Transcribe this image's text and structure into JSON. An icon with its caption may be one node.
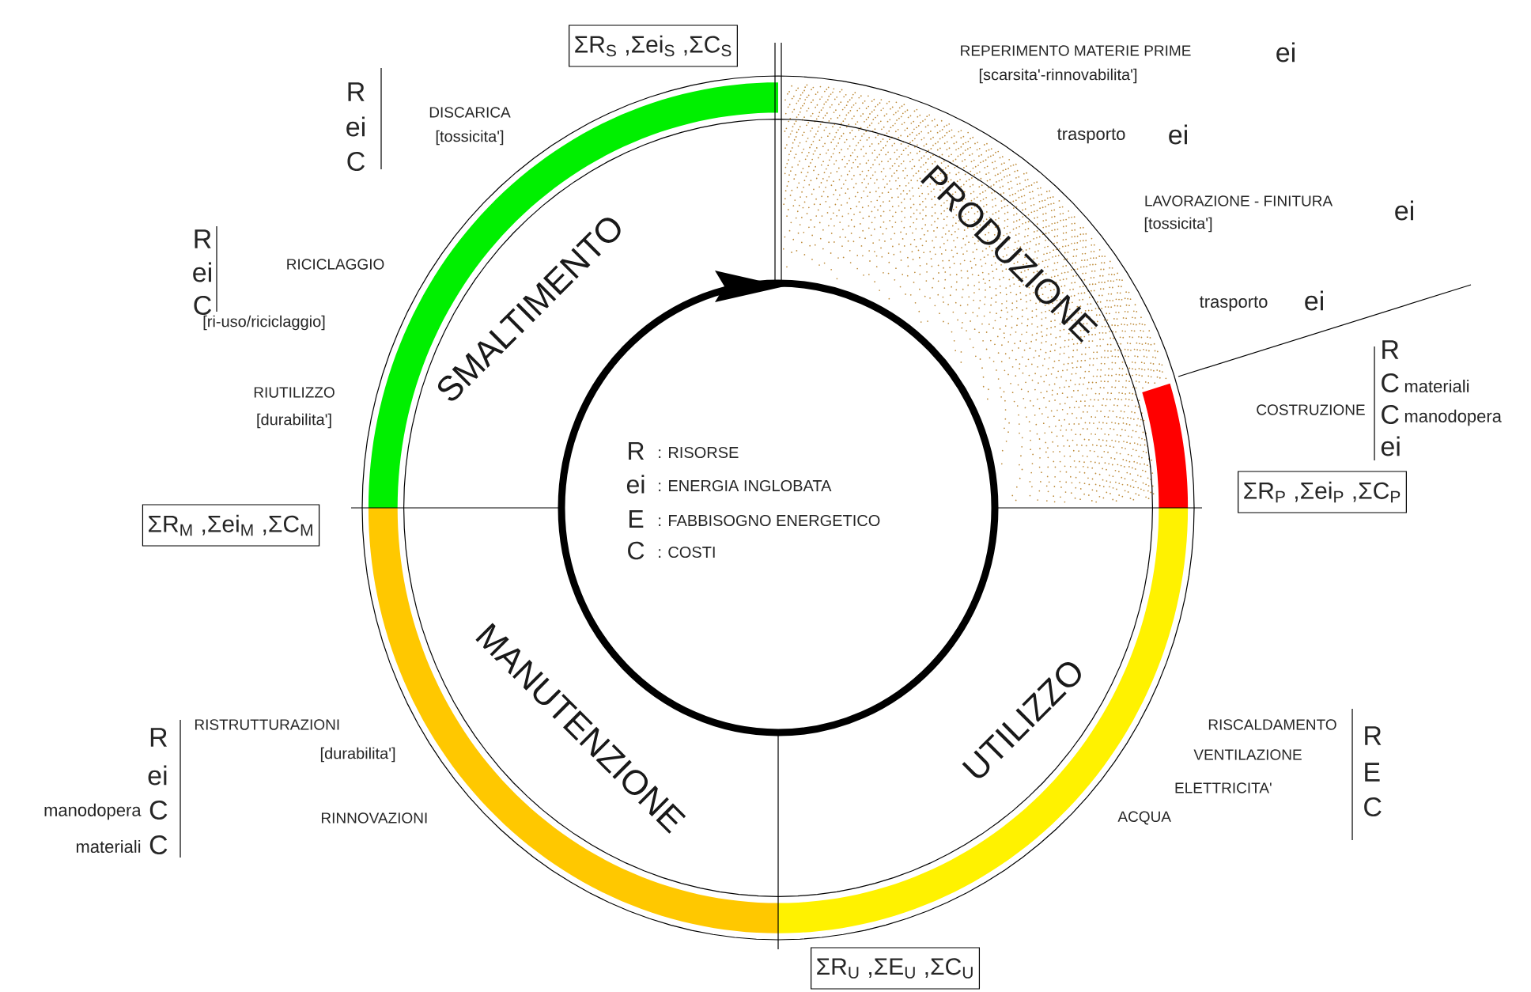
{
  "diagram": {
    "nodes": [
      {
        "text": [
          "SMALTIMENTO"
        ]
      },
      {
        "text": [
          "PRODUZIONE"
        ]
      },
      {
        "text": [
          "MANUTENZIONE"
        ]
      },
      {
        "text": [
          "UTILIZZO"
        ]
      },
      {
        "text": [
          "ΣR$_{S}$ ,Σei$_{S}$ ,ΣC$_{S}$"
        ]
      },
      {
        "text": [
          "ΣR$_{P}$ ,Σei$_{P}$ ,ΣC$_{P}$"
        ]
      },
      {
        "text": [
          "ΣR$_{M}$ ,Σei$_{M}$ ,ΣC$_{M}$"
        ]
      },
      {
        "text": [
          "ΣR$_{U}$ ,ΣE$_{U}$ ,ΣC$_{U}$"
        ]
      }
    ],
    "edges": [],
    "labels": [
      "R",
      "ei",
      "C",
      "DISCARICA",
      "[tossicita']",
      "REPERIMENTO MATERIE PRIME",
      "ei",
      "[scarsita'-rinnovabilita']",
      "trasporto",
      "ei",
      "LAVORAZIONE - FINITURA",
      "ei",
      "[tossicita']",
      "R",
      "ei",
      "RICICLAGGIO",
      "C",
      "[ri-uso/riciclaggio]",
      "trasporto",
      "ei",
      "R",
      "C",
      "materiali",
      "RIUTILIZZO",
      "COSTRUZIONE",
      "C",
      "manodopera",
      "[durabilita']",
      "ei",
      "R",
      ": RISORSE",
      "ei",
      ": ENERGIA INGLOBATA",
      "E",
      ": FABBISOGNO ENERGETICO",
      "C",
      ": COSTI",
      "RISCALDAMENTO",
      "VENTILAZIONE",
      "ELETTRICITA'",
      "ACQUA",
      "R",
      "E",
      "C",
      "RISTRUTTURAZIONI",
      "[durabilita']",
      "RINNOVAZIONI",
      "R",
      "ei",
      "manodopera",
      "C",
      "materiali",
      "C"
    ]
  }
}
